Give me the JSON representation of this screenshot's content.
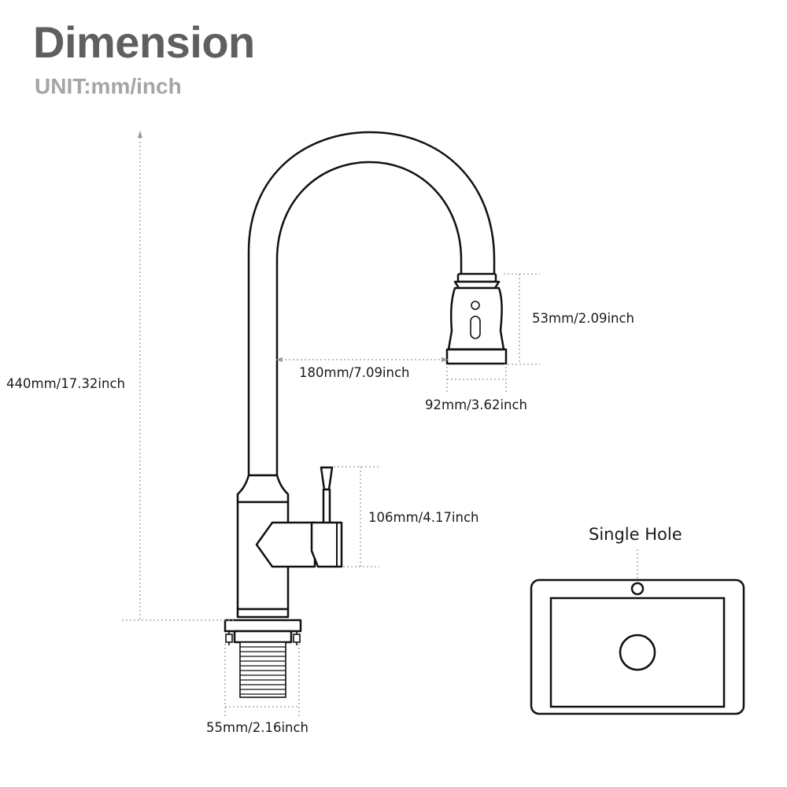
{
  "header": {
    "title": "Dimension",
    "unit": "UNIT:mm/inch"
  },
  "dimensions": {
    "total_height": "440mm/17.32inch",
    "reach": "180mm/7.09inch",
    "spray_head_height": "53mm/2.09inch",
    "spray_head_width": "92mm/3.62inch",
    "handle_height": "106mm/4.17inch",
    "base_width": "55mm/2.16inch"
  },
  "sink": {
    "label": "Single Hole"
  },
  "colors": {
    "title": "#5f5f5f",
    "subtitle": "#a5a5a5",
    "outline": "#111111",
    "dimension_line": "#9a9a9a"
  }
}
